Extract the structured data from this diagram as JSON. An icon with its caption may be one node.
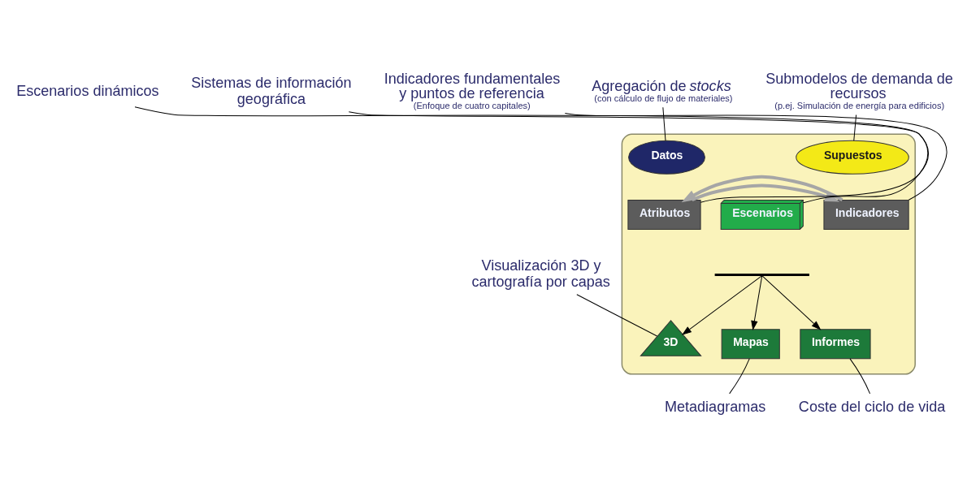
{
  "diagram": {
    "nodes": [
      {
        "text": [],
        "shape": "ellipse"
      },
      {
        "text": [
          "Datos"
        ],
        "in": 0
      },
      {
        "text": [
          "Supuestos"
        ],
        "in": 0
      },
      {
        "text": [
          "Atributos"
        ],
        "in": 0
      },
      {
        "text": [
          "Escenarios"
        ],
        "in": 0
      },
      {
        "text": [
          "Indicadores"
        ],
        "in": 0
      },
      {
        "text": [
          "3D"
        ],
        "in": 0
      },
      {
        "text": [
          "Mapas"
        ],
        "in": 0
      },
      {
        "text": [
          "Informes"
        ],
        "in": 0
      },
      {
        "text": [
          "Agregación de *stocks*",
          "(con cálculo de flujo de materiales)"
        ]
      },
      {
        "text": [
          "Escenarios dinámicos"
        ]
      },
      {
        "text": [
          "Submodelos de demanda de recursos",
          "(p.ej. Simulación de energía para edificios)"
        ]
      },
      {
        "text": [
          "Sistemas de información geográfica"
        ]
      },
      {
        "text": [
          "Indicadores fundamentales y puntos de referencia",
          "(Enfoque de cuatro capitales)"
        ]
      },
      {
        "text": [
          "Visualización 3D y cartografía por capas"
        ]
      },
      {
        "text": [
          "Metadiagramas"
        ]
      },
      {
        "text": [
          "Coste del ciclo de vida"
        ]
      },
      {
        "text": [],
        "shape": "bar",
        "in": 0
      }
    ],
    "edges": [
      {
        "from": 3,
        "to": 5,
        "arrow": "to",
        "style": "thick",
        "color": "#a6a6a6"
      },
      {
        "from": 5,
        "to": 3,
        "arrow": "to",
        "style": "thick",
        "color": "#a6a6a6"
      },
      {
        "from": 17,
        "to": 6,
        "arrow": "to"
      },
      {
        "from": 17,
        "to": 7,
        "arrow": "to"
      },
      {
        "from": 17,
        "to": 8,
        "arrow": "to"
      },
      {
        "from": 9,
        "to": 1,
        "arrow": "none"
      },
      {
        "from": 10,
        "to": 4,
        "arrow": "none"
      },
      {
        "from": 11,
        "to": 2,
        "arrow": "none"
      },
      {
        "from": 12,
        "to": 3,
        "arrow": "none"
      },
      {
        "from": 13,
        "to": 5,
        "arrow": "none"
      },
      {
        "from": 14,
        "to": 6,
        "arrow": "none"
      },
      {
        "from": 15,
        "to": 7,
        "arrow": "none"
      },
      {
        "from": 16,
        "to": 8,
        "arrow": "none"
      }
    ]
  }
}
